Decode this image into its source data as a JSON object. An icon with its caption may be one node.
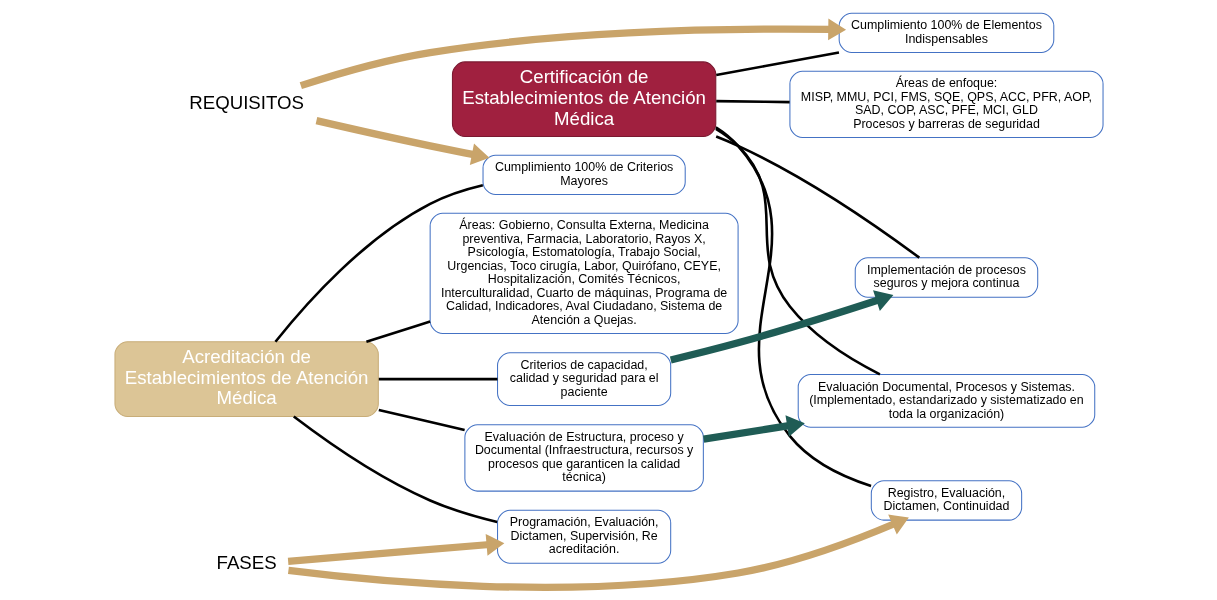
{
  "diagram": {
    "nodes": [
      {
        "text": [
          "Acreditación de Establecimientos de Atención Médica"
        ]
      },
      {
        "text": [
          "Certificación de Establecimientos de Atención Médica"
        ]
      },
      {
        "text": [
          "Criterios de capacidad, calidad y seguridad para el paciente"
        ]
      },
      {
        "text": [
          "Implementación de procesos seguros y mejora continua"
        ]
      },
      {
        "text": [
          "Evaluación de Estructura, proceso y Documental (Infraestructura, recursos y procesos que garanticen la calidad técnica)"
        ]
      },
      {
        "text": [
          "Evaluación Documental, Procesos y Sistemas. (Implementado, estandarizado y sistematizado en toda la organización)"
        ]
      },
      {
        "text": [
          "Cumplimiento 100% de Criterios Mayores"
        ]
      },
      {
        "text": [
          "REQUISITOS"
        ]
      },
      {
        "text": [
          "Cumplimiento 100% de Elementos Indispensables"
        ]
      },
      {
        "text": [
          "Áreas: Gobierno, Consulta Externa, Medicina preventiva, Farmacia, Laboratorio, Rayos X, Psicología, Estomatología, Trabajo Social, Urgencias, Toco cirugía, Labor, Quirófano, CEYE, Hospitalización, Comités Técnicos, Interculturalidad, Cuarto de máquinas, Programa de Calidad, Indicadores, Aval Ciudadano, Sistema de Atención a Quejas."
        ]
      },
      {
        "text": [
          "Áreas de enfoque:",
          "MISP, MMU, PCI, FMS, SQE, QPS, ACC, PFR, AOP, SAD, COP, ASC, PFE, MCI, GLD",
          "Procesos y barreras de seguridad"
        ]
      },
      {
        "text": [
          "Programación, Evaluación, Dictamen, Supervisión, Re acreditación."
        ]
      },
      {
        "text": [
          "FASES"
        ]
      },
      {
        "text": [
          "Registro, Evaluación, Dictamen, Continuidad"
        ]
      }
    ],
    "edges": [
      {
        "from": 0,
        "to": 2,
        "arrow": "none"
      },
      {
        "from": 0,
        "to": 4,
        "arrow": "none"
      },
      {
        "from": 0,
        "to": 6,
        "arrow": "none"
      },
      {
        "from": 0,
        "to": 9,
        "arrow": "none"
      },
      {
        "from": 0,
        "to": 11,
        "arrow": "none"
      },
      {
        "from": 1,
        "to": 3,
        "arrow": "none"
      },
      {
        "from": 1,
        "to": 5,
        "arrow": "none"
      },
      {
        "from": 1,
        "to": 8,
        "arrow": "none"
      },
      {
        "from": 1,
        "to": 10,
        "arrow": "none"
      },
      {
        "from": 1,
        "to": 13,
        "arrow": "none"
      },
      {
        "from": 2,
        "to": 3,
        "arrow": "to",
        "style": "thick",
        "color": "#1f5c55"
      },
      {
        "from": 4,
        "to": 5,
        "arrow": "to",
        "style": "thick",
        "color": "#1f5c55"
      },
      {
        "from": 7,
        "to": 6,
        "arrow": "to",
        "style": "thick",
        "color": "#c9a46a"
      },
      {
        "from": 7,
        "to": 8,
        "arrow": "to",
        "style": "thick",
        "color": "#c9a46a"
      },
      {
        "from": 12,
        "to": 11,
        "arrow": "to",
        "style": "thick",
        "color": "#c9a46a"
      },
      {
        "from": 12,
        "to": 13,
        "arrow": "to",
        "style": "thick",
        "color": "#c9a46a"
      }
    ]
  }
}
